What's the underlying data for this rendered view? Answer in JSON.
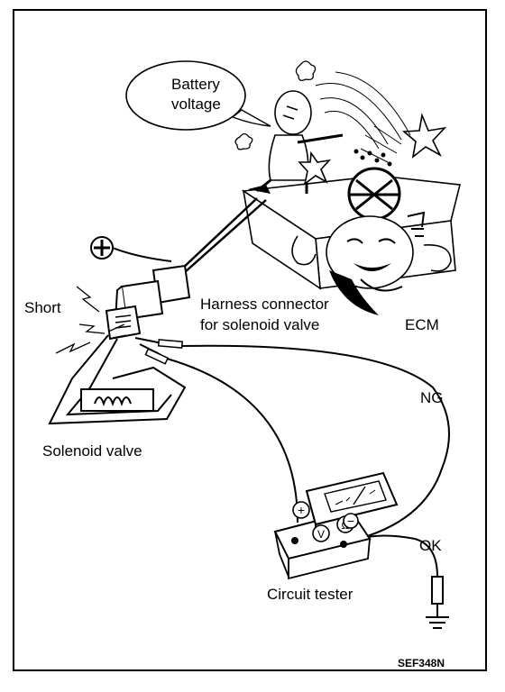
{
  "labels": {
    "battery_voltage_line1": "Battery",
    "battery_voltage_line2": "voltage",
    "short": "Short",
    "harness_line1": "Harness connector",
    "harness_line2": "for solenoid valve",
    "ecm": "ECM",
    "ng": "NG",
    "solenoid_valve": "Solenoid valve",
    "ok": "OK",
    "circuit_tester": "Circuit tester",
    "figure_code": "SEF348N"
  },
  "tester_terminals": {
    "plus": "+",
    "minus": "−",
    "v": "V",
    "omega": "Ω"
  },
  "icons": [
    "battery-plus-icon",
    "ground-icon",
    "spark-icon",
    "star-icon",
    "dust-cloud-icon"
  ]
}
